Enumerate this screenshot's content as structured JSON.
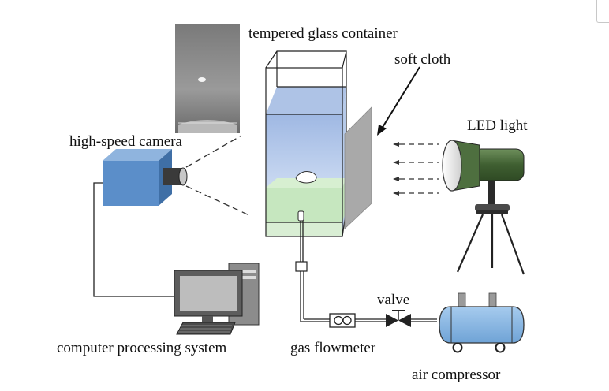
{
  "labels": {
    "container": "tempered glass container",
    "cloth": "soft cloth",
    "led": "LED light",
    "camera": "high-speed camera",
    "computer": "computer processing system",
    "flowmeter": "gas flowmeter",
    "valve": "valve",
    "compressor": "air compressor"
  },
  "colors": {
    "water": "#a9c0e6",
    "water_light": "#d3dff3",
    "sediment": "#c5e6bc",
    "camera_body": "#5b8ec9",
    "lamp_green": "#4e6f3f",
    "compressor_body": "#86b6e2",
    "cloth": "#a9a9a9",
    "line": "#222222"
  }
}
